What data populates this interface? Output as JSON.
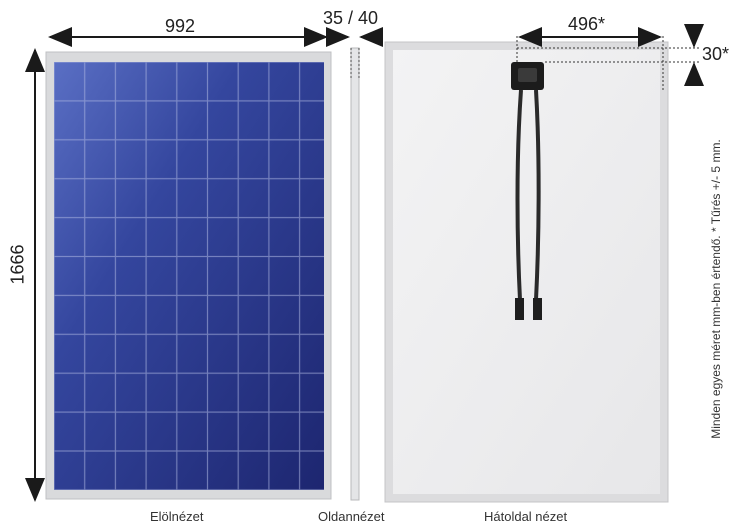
{
  "dimensions": {
    "width": "992",
    "height": "1666",
    "thickness": "35 / 40",
    "box_offset_x": "496*",
    "box_offset_y": "30*"
  },
  "captions": {
    "front": "Elölnézet",
    "side": "Oldannézet",
    "back": "Hátoldal nézet"
  },
  "note": "Minden egyes méret mm-ben értendő. * Tűrés +/- 5 mm.",
  "colors": {
    "cell_blue": "#2b3a8c",
    "frame": "#d9dadc",
    "back_sheet": "#eeeeef",
    "arrow": "#1a1a1a"
  }
}
